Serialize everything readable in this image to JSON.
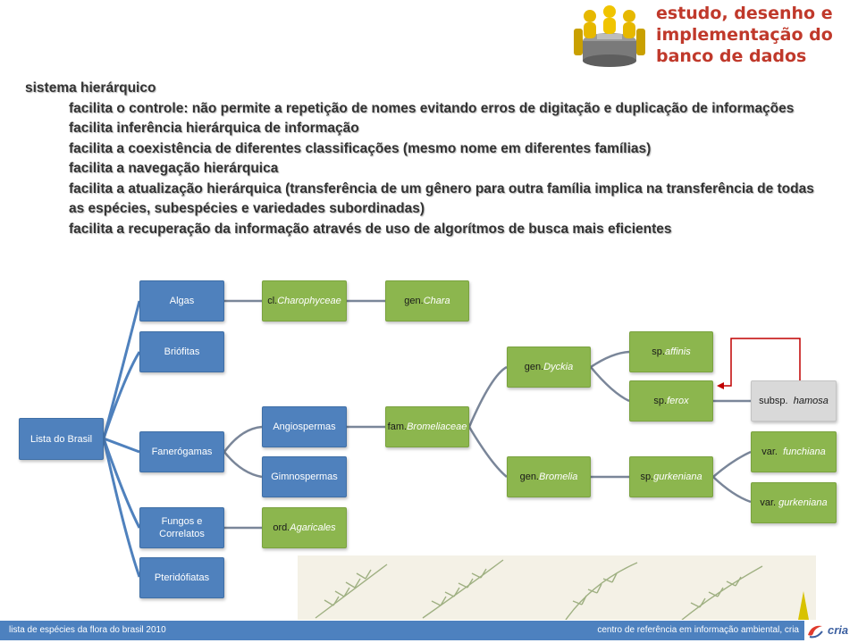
{
  "title": {
    "lines": [
      "estudo, desenho e",
      "implementação do",
      "banco de dados"
    ]
  },
  "body": {
    "heading": "sistema hierárquico",
    "bullets": [
      "facilita o controle: não permite a repetição de nomes evitando erros de digitação e duplicação de informações",
      "facilita inferência hierárquica de informação",
      "facilita a coexistência de diferentes classificações (mesmo nome em diferentes famílias)",
      "facilita a navegação hierárquica",
      "facilita a atualização hierárquica (transferência de um gênero para outra família implica na transferência de todas as espécies, subespécies e variedades subordinadas)",
      "facilita a recuperação da informação através de uso de algorítmos de busca mais eficientes"
    ]
  },
  "diagram": {
    "root": "Lista do Brasil",
    "groups": {
      "algas": "Algas",
      "briofitas": "Briófitas",
      "fanerogamas": "Fanerógamas",
      "fungos_line1": "Fungos e",
      "fungos_line2": "Correlatos",
      "pteridofitas": "Pteridófiatas"
    },
    "algas_class": {
      "prefix": "cl.",
      "name": "Charophyceae"
    },
    "algas_genus": {
      "prefix": "gen.",
      "name": "Chara"
    },
    "angiospermas": "Angiospermas",
    "gimnospermas": "Gimnospermas",
    "fungos_order": {
      "prefix": "ord.",
      "name": "Agaricales"
    },
    "family": {
      "prefix": "fam.",
      "name": "Bromeliaceae"
    },
    "genus_dyckia": {
      "prefix": "gen.",
      "name": "Dyckia"
    },
    "genus_bromelia": {
      "prefix": "gen.",
      "name": "Bromelia"
    },
    "sp_affinis": {
      "prefix": "sp.",
      "name": "affinis"
    },
    "sp_ferox": {
      "prefix": "sp.",
      "name": "ferox"
    },
    "sp_gurkeniana": {
      "prefix": "sp.",
      "name": "gurkeniana"
    },
    "subsp_hamosa": {
      "prefix": "subsp.",
      "name": "hamosa"
    },
    "var_funchiana": {
      "prefix": "var.",
      "name": "funchiana"
    },
    "var_gurkeniana": {
      "prefix": "var.",
      "name": "gurkeniana"
    },
    "colors": {
      "blue": "#4f81bd",
      "green": "#8cb64e",
      "gray": "#d9d9d9",
      "connector": "#4f81bd",
      "arrow": "#c00000"
    }
  },
  "footer": {
    "left": "lista de espécies da flora do brasil 2010",
    "right": "centro de referência em informação ambiental, cria",
    "logo_text": "cria"
  }
}
